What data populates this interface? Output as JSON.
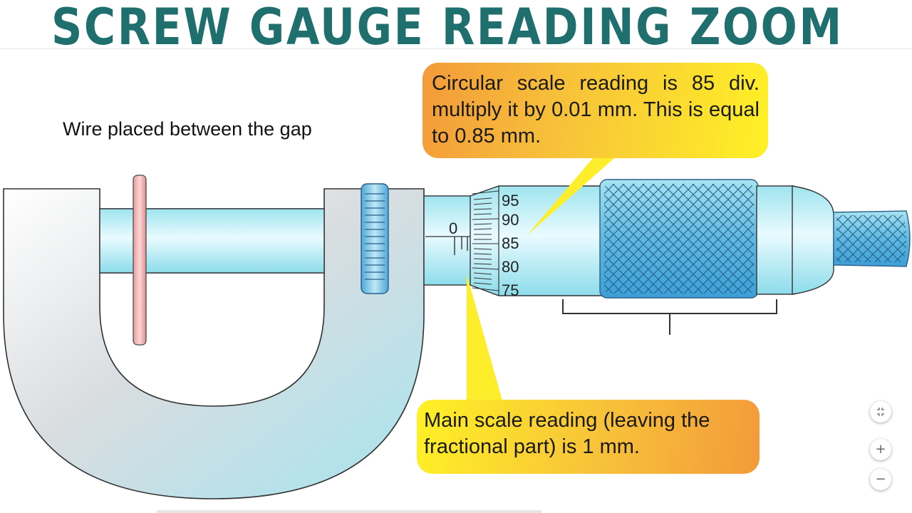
{
  "title": "SCREW GAUGE READING ZOOM",
  "labels": {
    "wire": "Wire placed between the gap",
    "zero": "0"
  },
  "circular_scale": {
    "numbers": [
      "95",
      "90",
      "85",
      "80",
      "75"
    ]
  },
  "callouts": {
    "circular": "Circular scale reading is 85 div. multiply it by 0.01 mm. This is equal to 0.85 mm.",
    "main": "Main scale reading (leaving the fractional part) is 1 mm."
  },
  "zoom_controls": {
    "fit_icon": "fit-screen-icon",
    "zoom_in_symbol": "+",
    "zoom_out_symbol": "−"
  },
  "colors": {
    "title": "#1e6f6e",
    "frame": "#a8e6ef",
    "knurl": "#4aa8d8",
    "wire": "#f2b7b7",
    "callout_orange": "#f39a3a",
    "callout_yellow": "#fff126"
  }
}
